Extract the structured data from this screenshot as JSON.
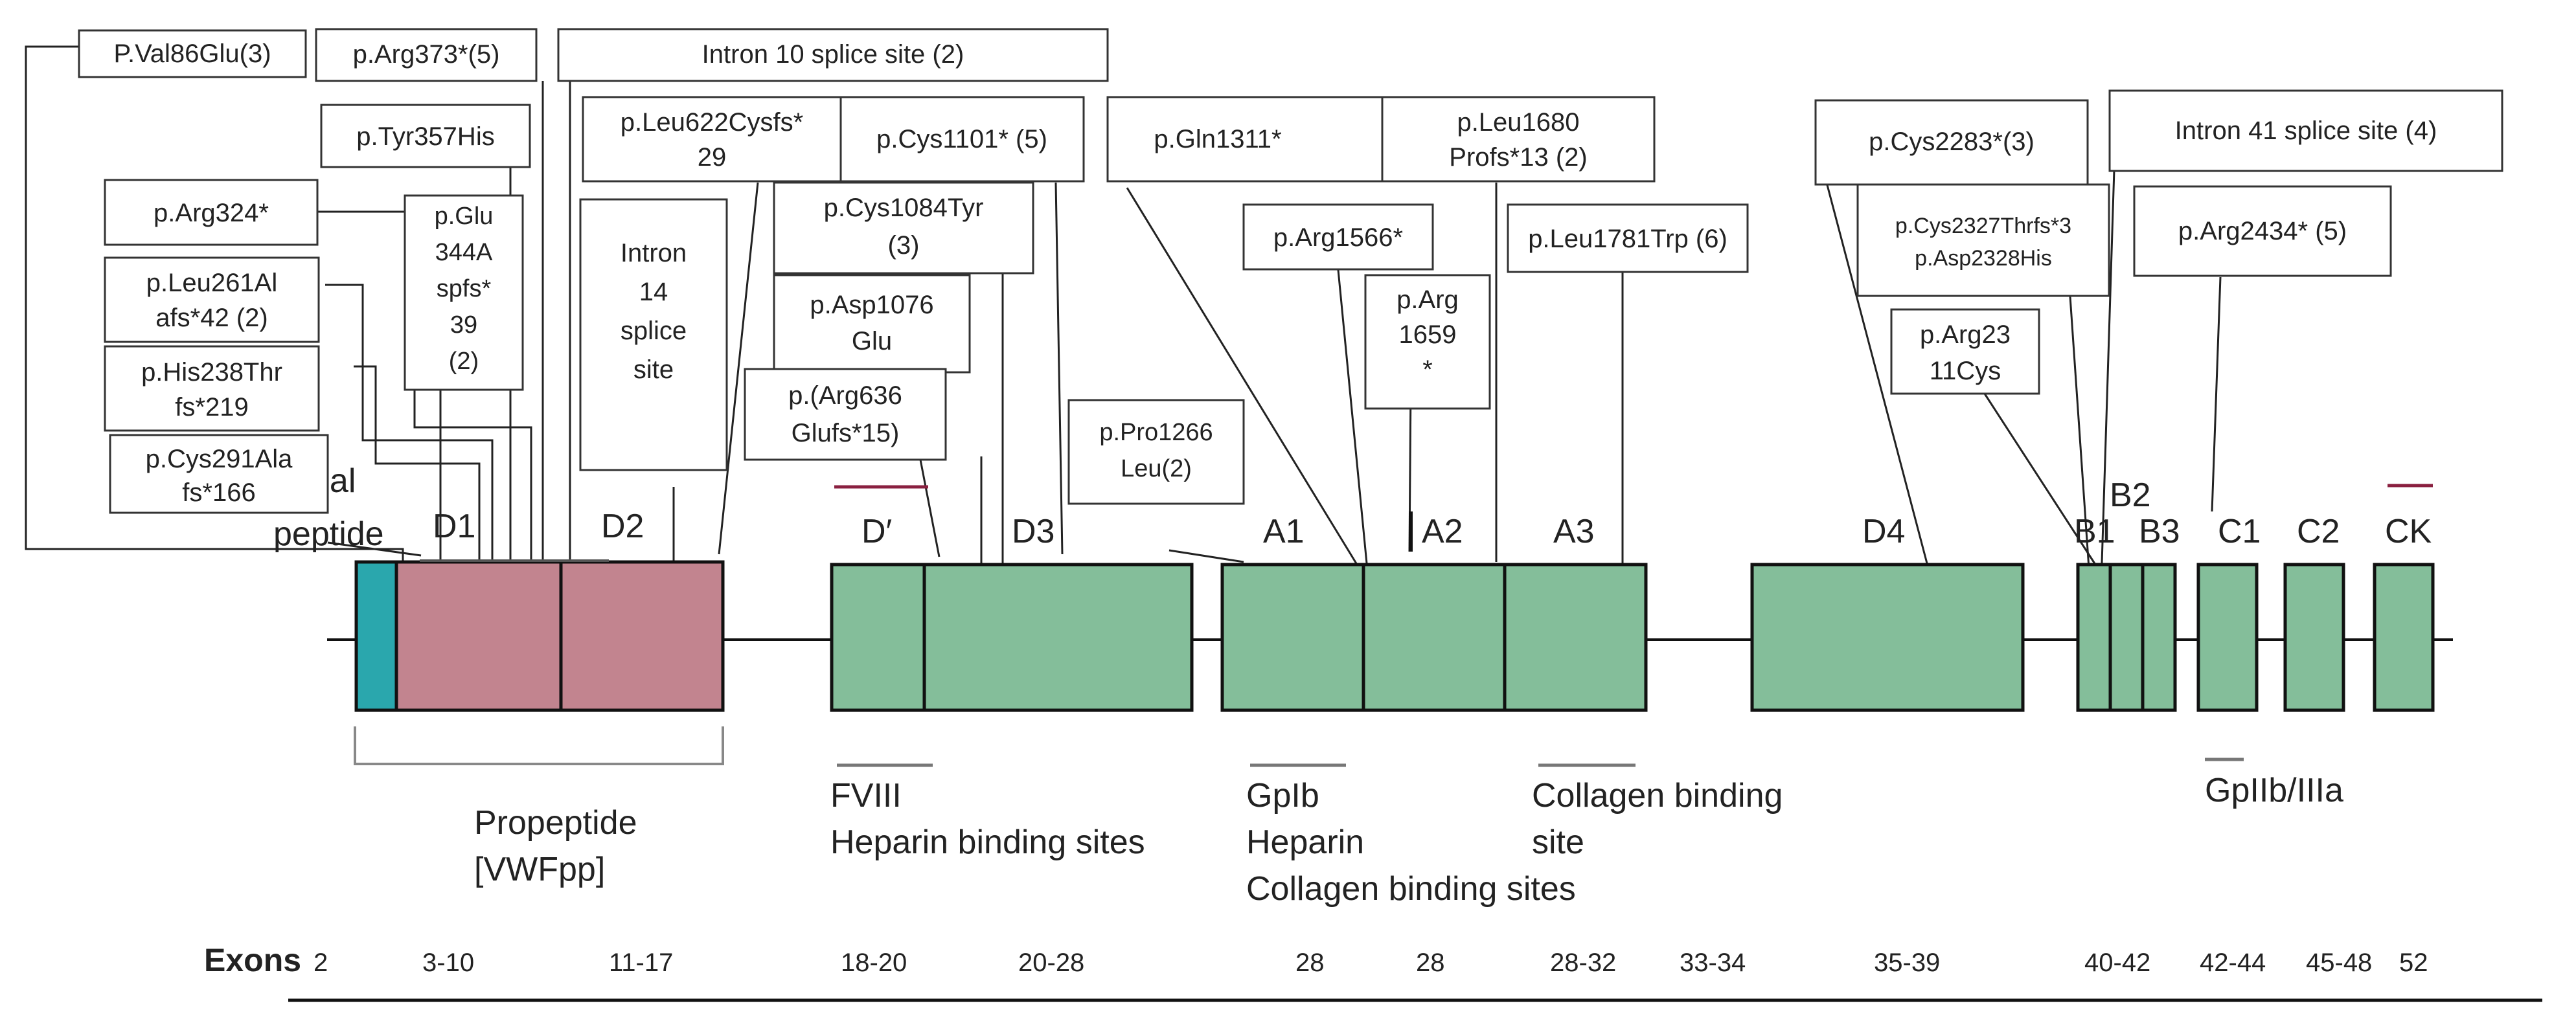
{
  "colors": {
    "signal": "#2aa7ad",
    "propeptide": "#c2848f",
    "mature": "#84be9a",
    "outline": "#111111",
    "accent_line": "#8a2040",
    "site_line": "#777777"
  },
  "domains": {
    "signal_tail": "nal",
    "signal": "peptide",
    "D1": "D1",
    "D2": "D2",
    "Dprime": "D′",
    "D3": "D3",
    "A1": "A1",
    "A2": "A2",
    "A3": "A3",
    "D4": "D4",
    "B1": "B1",
    "B2": "B2",
    "B3": "B3",
    "C1": "C1",
    "C2": "C2",
    "CK": "CK"
  },
  "regions": {
    "propeptide": "Propeptide",
    "vwfpp": "[VWFpp]"
  },
  "binding": {
    "fviii_1": "FVIII",
    "fviii_2": "Heparin binding sites",
    "gpib_1": "GpIb",
    "gpib_2": "Heparin",
    "gpib_3": "Collagen binding sites",
    "collagen_1": "Collagen binding",
    "collagen_2": "site",
    "gpiib": "GpIIb/IIIa"
  },
  "exons": {
    "label": "Exons",
    "e2": "2",
    "e3_10": "3-10",
    "e11_17": "11-17",
    "e18_20": "18-20",
    "e20_28": "20-28",
    "e28a": "28",
    "e28b": "28",
    "e28_32": "28-32",
    "e33_34": "33-34",
    "e35_39": "35-39",
    "e40_42": "40-42",
    "e42_44": "42-44",
    "e45_48": "45-48",
    "e52": "52"
  },
  "mutations": {
    "val86": "P.Val86Glu(3)",
    "arg373": "p.Arg373*(5)",
    "intron10": "Intron 10 splice site (2)",
    "tyr357": "p.Tyr357His",
    "leu622_1": "p.Leu622Cysfs*",
    "leu622_2": "29",
    "cys1101": "p.Cys1101* (5)",
    "gln1311": "p.Gln1311*",
    "leu1680_1": "p.Leu1680",
    "leu1680_2": "Profs*13 (2)",
    "cys2283": "p.Cys2283*(3)",
    "intron41": "Intron 41 splice site (4)",
    "arg324": "p.Arg324*",
    "glu344_1": "p.Glu",
    "glu344_2": "344A",
    "glu344_3": "spfs*",
    "glu344_4": "39",
    "glu344_5": "(2)",
    "intron14_1": "Intron",
    "intron14_2": "14",
    "intron14_3": "splice",
    "intron14_4": "site",
    "cys1084_1": "p.Cys1084Tyr",
    "cys1084_2": "(3)",
    "arg1566": "p.Arg1566*",
    "leu1781": "p.Leu1781Trp (6)",
    "cys2327_1": "p.Cys2327Thrfs*3",
    "cys2327_2": "p.Asp2328His",
    "arg2434": "p.Arg2434* (5)",
    "leu261_1": "p.Leu261Al",
    "leu261_2": "afs*42 (2)",
    "asp1076_1": "p.Asp1076",
    "asp1076_2": "Glu",
    "arg1659_1": "p.Arg",
    "arg1659_2": "1659",
    "arg1659_3": "*",
    "arg2311_1": "p.Arg23",
    "arg2311_2": "11Cys",
    "his238_1": "p.His238Thr",
    "his238_2": "fs*219",
    "arg636_1": "p.(Arg636",
    "arg636_2": "Glufs*15)",
    "pro1266_1": "p.Pro1266",
    "pro1266_2": "Leu(2)",
    "cys291_1": "p.Cys291Ala",
    "cys291_2": "fs*166"
  }
}
